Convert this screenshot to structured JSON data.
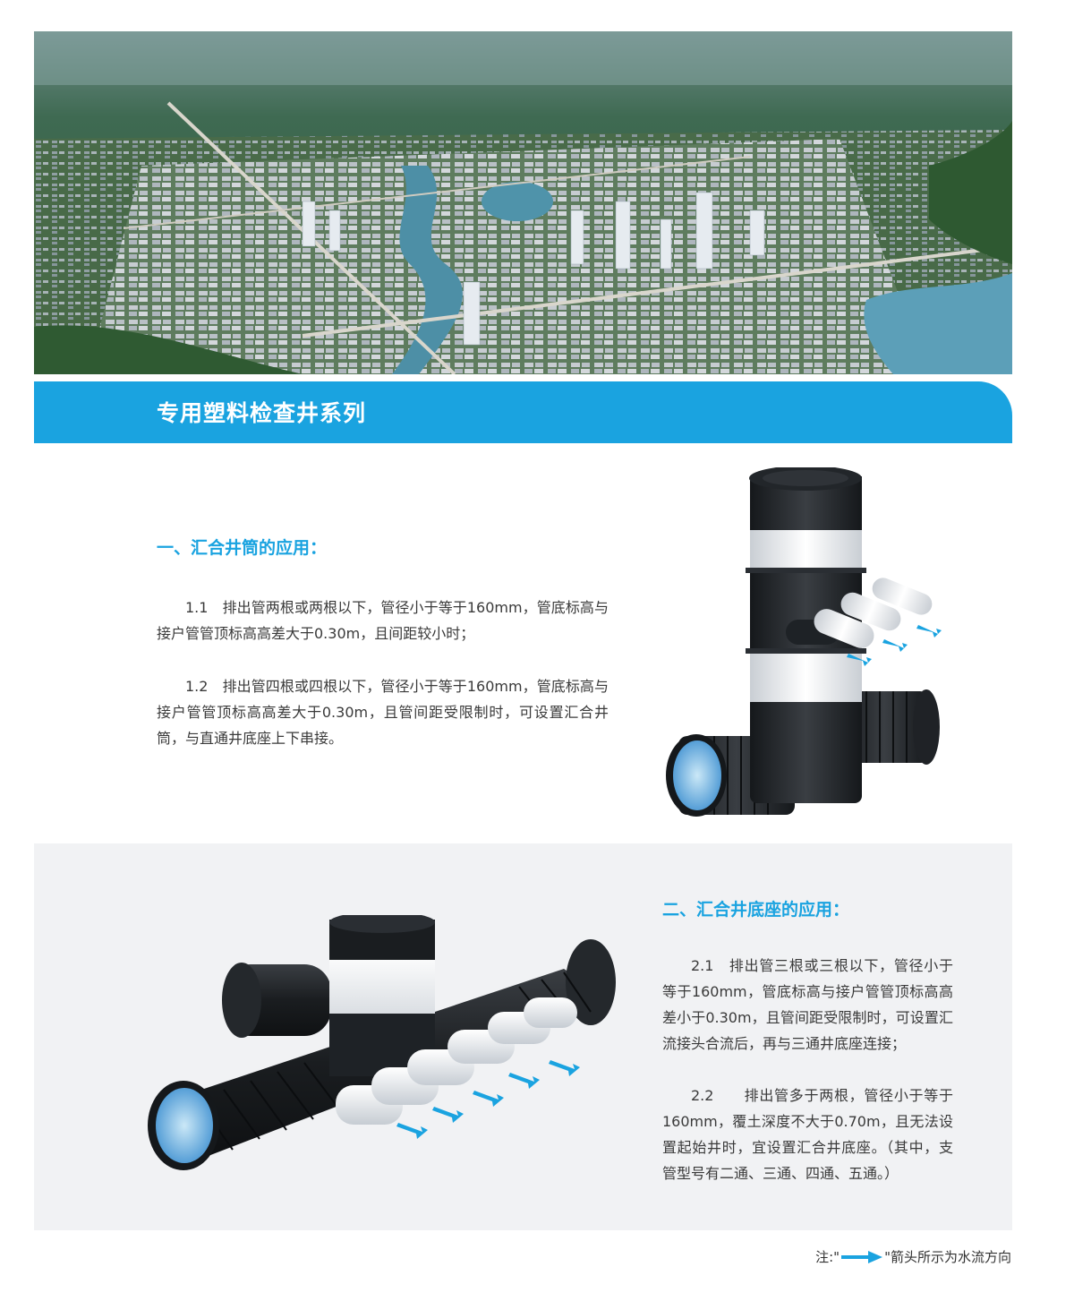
{
  "hero": {
    "image": "aerial-city-rendering"
  },
  "banner": {
    "title": "专用塑料检查井系列"
  },
  "section1": {
    "heading": "一、汇合井筒的应用：",
    "items": [
      "1.1　排出管两根或两根以下，管径小于等于160mm，管底标高与接户管管顶标高高差大于0.30m，且间距较小时；",
      "1.2　排出管四根或四根以下，管径小于等于160mm，管底标高与接户管管顶标高高差大于0.30m，且管间距受限制时，可设置汇合井筒，与直通井底座上下串接。"
    ]
  },
  "section2": {
    "heading": "二、汇合井底座的应用：",
    "items": [
      "2.1　排出管三根或三根以下，管径小于等于160mm，管底标高与接户管管顶标高高差小于0.30m，且管间距受限制时，可设置汇流接头合流后，再与三通井底座连接；",
      "2.2　　排出管多于两根，管径小于等于160mm，覆土深度不大于0.70m，且无法设置起始井时，宜设置汇合井底座。（其中，支管型号有二通、三通、四通、五通。）"
    ]
  },
  "note": {
    "prefix": "注:\"",
    "suffix": "\"箭头所示为水流方向"
  },
  "colors": {
    "accent": "#1aa3e0",
    "panel": "#f1f2f4",
    "pipe": "#2a2d31",
    "white_band": "#f4f6f8"
  }
}
